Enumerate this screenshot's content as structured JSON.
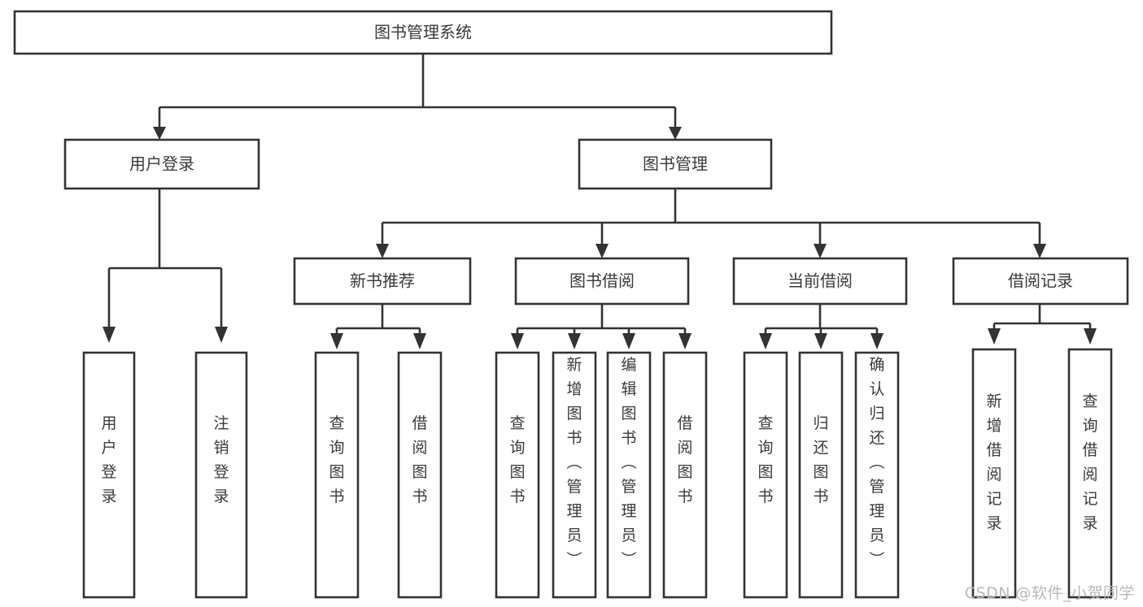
{
  "diagram": {
    "type": "tree-hierarchy-chart",
    "title": "图书管理系统",
    "style": {
      "box_fill": "#ffffff",
      "box_stroke": "#333333",
      "text_color": "#3a3a3a",
      "background": "#ffffff",
      "watermark_color": "#b9b9b9"
    },
    "root": {
      "label": "图书管理系统"
    },
    "level1": [
      {
        "label": "用户登录"
      },
      {
        "label": "图书管理"
      }
    ],
    "level2": [
      {
        "label": "新书推荐"
      },
      {
        "label": "图书借阅"
      },
      {
        "label": "当前借阅"
      },
      {
        "label": "借阅记录"
      }
    ],
    "leaves": {
      "user_login": [
        {
          "label": "用户登录"
        },
        {
          "label": "注销登录"
        }
      ],
      "new_book_recommend": [
        {
          "label": "查询图书"
        },
        {
          "label": "借阅图书"
        }
      ],
      "book_borrow": [
        {
          "label": "查询图书"
        },
        {
          "label": "新增图书（管理员）"
        },
        {
          "label": "编辑图书（管理员）"
        },
        {
          "label": "借阅图书"
        }
      ],
      "current_borrow": [
        {
          "label": "查询图书"
        },
        {
          "label": "归还图书"
        },
        {
          "label": "确认归还（管理员）"
        }
      ],
      "borrow_record": [
        {
          "label": "新增借阅记录"
        },
        {
          "label": "查询借阅记录"
        }
      ]
    }
  },
  "watermark": {
    "text": "CSDN @软件_小贺同学"
  }
}
